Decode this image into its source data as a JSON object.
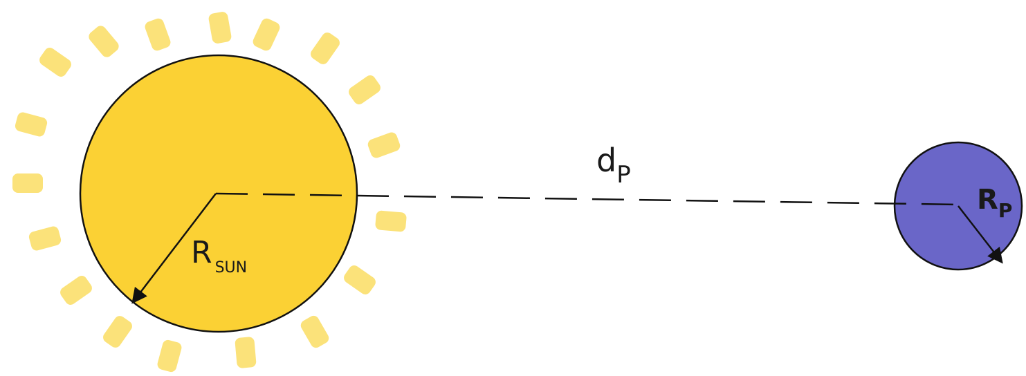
{
  "labels": {
    "distance_main": "d",
    "distance_sub": "P",
    "sun_radius_main": "R",
    "sun_radius_sub": "SUN",
    "planet_radius_main": "R",
    "planet_radius_sub": "P"
  },
  "colors": {
    "sun_fill": "#fbd134",
    "sun_rays": "#fbe27a",
    "planet_fill": "#6a66c8",
    "outline": "#111111",
    "background": "#ffffff"
  }
}
